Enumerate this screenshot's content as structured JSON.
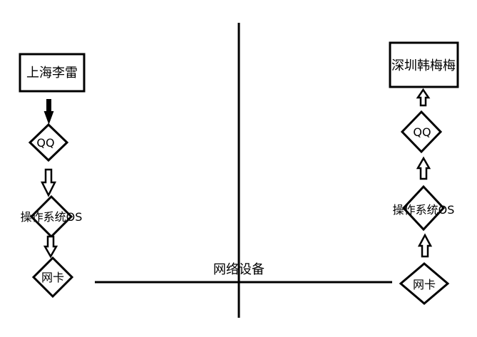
{
  "left": {
    "person": "上海李雷",
    "app": "QQ",
    "os": "操作系统OS",
    "nic": "网卡"
  },
  "right": {
    "person": "深圳韩梅梅",
    "app": "QQ",
    "os": "操作系统OS",
    "nic": "网卡"
  },
  "network": {
    "label": "网络设备"
  }
}
